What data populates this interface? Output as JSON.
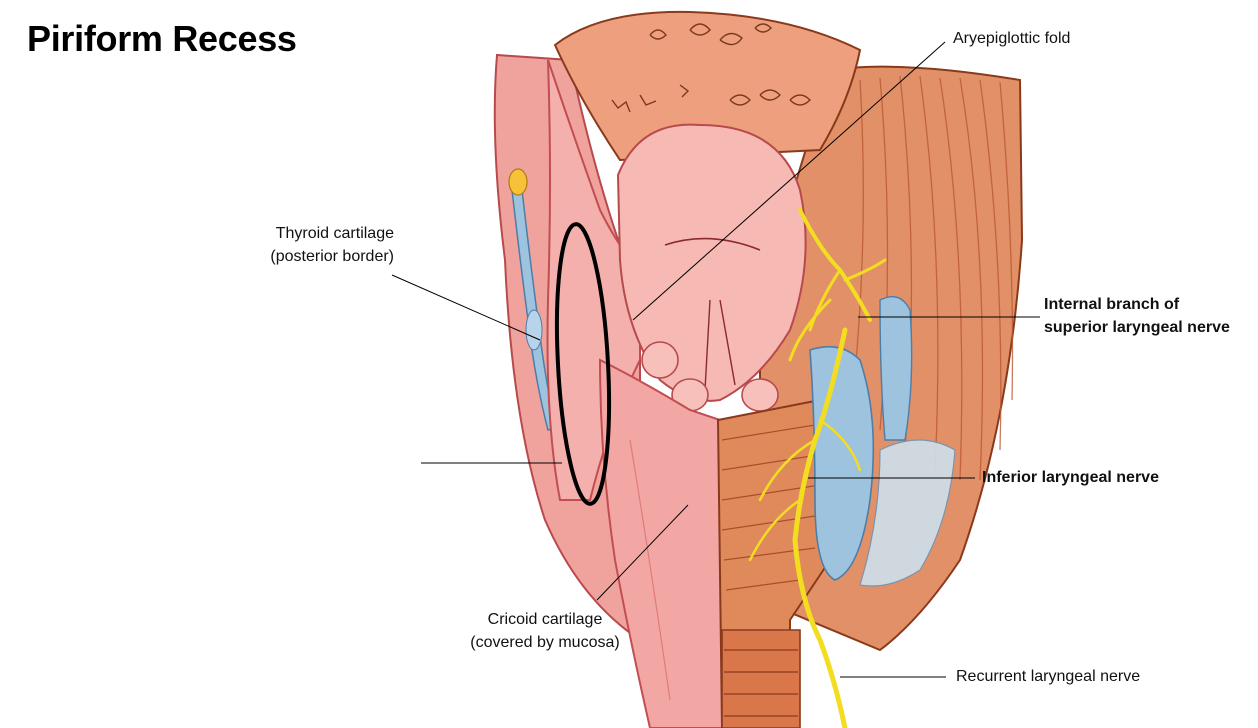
{
  "title": "Piriform Recess",
  "labels": {
    "thyroid_cartilage": {
      "line1": "Thyroid cartilage",
      "line2": "(posterior border)"
    },
    "aryepiglottic_fold": "Aryepiglottic fold",
    "internal_branch": {
      "line1": "Internal branch of",
      "line2": "superior laryngeal nerve"
    },
    "inferior_laryngeal": "Inferior laryngeal nerve",
    "cricoid_cartilage": {
      "line1": "Cricoid cartilage",
      "line2": "(covered by mucosa)"
    },
    "recurrent_laryngeal": "Recurrent laryngeal nerve"
  },
  "colors": {
    "mucosa": "#f3a7a4",
    "mucosa_dark": "#d9666a",
    "muscle": "#e08a5c",
    "muscle_dark": "#b35a33",
    "tongue": "#eea07e",
    "cartilage": "#9ec3df",
    "nerve": "#f2dd21",
    "fat": "#f7c23a",
    "outline": "#000000"
  }
}
